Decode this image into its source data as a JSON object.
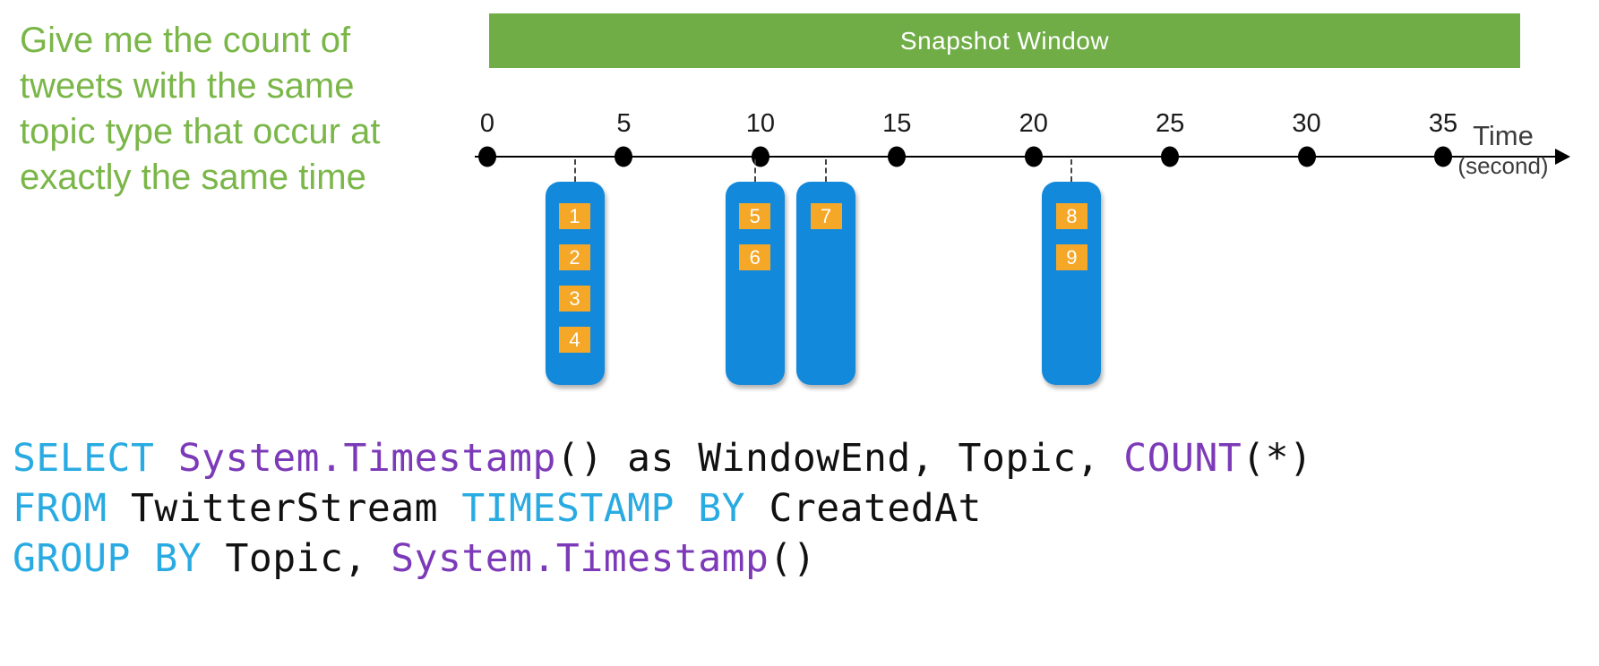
{
  "question": {
    "text": "Give me the count of tweets with the same topic type that occur at exactly the same time"
  },
  "banner": {
    "label": "Snapshot Window"
  },
  "timeline": {
    "ticks": [
      0,
      5,
      10,
      15,
      20,
      25,
      30,
      35
    ],
    "axis_label_line1": "Time",
    "axis_label_line2": "(second)",
    "unit": "second"
  },
  "event_groups": [
    {
      "time_seconds": 3.2,
      "events": [
        "1",
        "2",
        "3",
        "4"
      ]
    },
    {
      "time_seconds": 9.8,
      "events": [
        "5",
        "6"
      ]
    },
    {
      "time_seconds": 12.4,
      "events": [
        "7"
      ]
    },
    {
      "time_seconds": 21.4,
      "events": [
        "8",
        "9"
      ]
    }
  ],
  "code": {
    "lines": [
      [
        {
          "text": "SELECT",
          "type": "keyword"
        },
        {
          "text": " ",
          "type": "plain"
        },
        {
          "text": "System.Timestamp",
          "type": "function"
        },
        {
          "text": "() as WindowEnd, Topic, ",
          "type": "plain"
        },
        {
          "text": "COUNT",
          "type": "function"
        },
        {
          "text": "(*)",
          "type": "plain"
        }
      ],
      [
        {
          "text": "FROM",
          "type": "keyword"
        },
        {
          "text": " TwitterStream ",
          "type": "plain"
        },
        {
          "text": "TIMESTAMP BY",
          "type": "keyword"
        },
        {
          "text": " CreatedAt",
          "type": "plain"
        }
      ],
      [
        {
          "text": "GROUP BY",
          "type": "keyword"
        },
        {
          "text": " Topic, ",
          "type": "plain"
        },
        {
          "text": "System.Timestamp",
          "type": "function"
        },
        {
          "text": "()",
          "type": "plain"
        }
      ]
    ]
  },
  "colors": {
    "question_green": "#7AB648",
    "banner_green": "#70AD47",
    "event_blue": "#1289DB",
    "event_orange": "#F5A728",
    "keyword_cyan": "#29ABE2",
    "function_purple": "#7C3AB8",
    "code_black": "#111111",
    "axis_black": "#000000",
    "time_label_gray": "#3D3D3D"
  }
}
